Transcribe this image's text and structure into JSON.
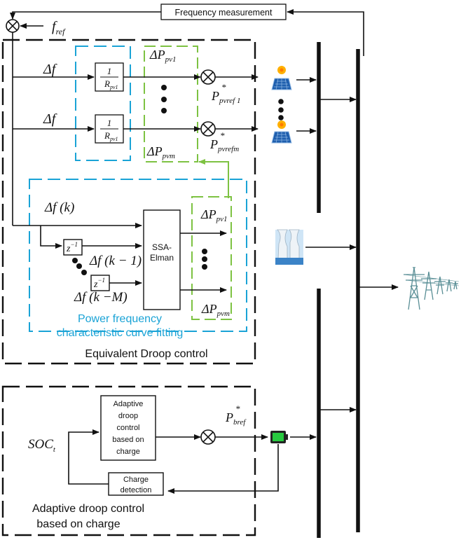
{
  "top": {
    "freq_measurement": "Frequency measurement",
    "f_ref": "f",
    "f_ref_sub": "ref"
  },
  "pv_section": {
    "delta_f_1": "Δf",
    "delta_f_2": "Δf",
    "gain_num": "1",
    "gain_den_1": "R",
    "gain_den_sub_1": "pv1",
    "gain_den_2": "R",
    "gain_den_sub_2": "pv1",
    "dP_pv1": "ΔP",
    "dP_pv1_sub": "pv1",
    "dP_pvm": "ΔP",
    "dP_pvm_sub": "pvm",
    "P_ref1": "P",
    "P_ref1_sub": "pvref 1",
    "P_refm": "P",
    "P_refm_sub": "pvrefm"
  },
  "fitting": {
    "delta_f_k": "Δf (k)",
    "delta_f_k1": "Δf (k − 1)",
    "delta_f_kM": "Δf (k −M)",
    "z_inv": "z",
    "z_exp": "−1",
    "ssa_line1": "SSA-",
    "ssa_line2": "Elman",
    "out_pv1": "ΔP",
    "out_pv1_sub": "pv1",
    "out_pvm": "ΔP",
    "out_pvm_sub": "pvm",
    "caption_line1": "Power frequency",
    "caption_line2": "characteristic curve fitting"
  },
  "equivalent_label": "Equivalent Droop control",
  "battery_section": {
    "soc": "SOC",
    "soc_sub": "t",
    "adaptive_box": [
      "Adaptive",
      "droop",
      "control",
      "based on",
      "charge"
    ],
    "charge_box": [
      "Charge",
      "detection"
    ],
    "P_bref": "P",
    "P_bref_sub": "bref",
    "label_line1": "Adaptive droop control",
    "label_line2": "based on charge"
  },
  "colors": {
    "blue_dash": "#1aa3d6",
    "green_dash": "#7dc242",
    "black": "#111111"
  },
  "icons": [
    "solar-panel-icon",
    "solar-panel-icon",
    "power-plant-icon",
    "battery-icon",
    "transmission-tower-icon"
  ]
}
